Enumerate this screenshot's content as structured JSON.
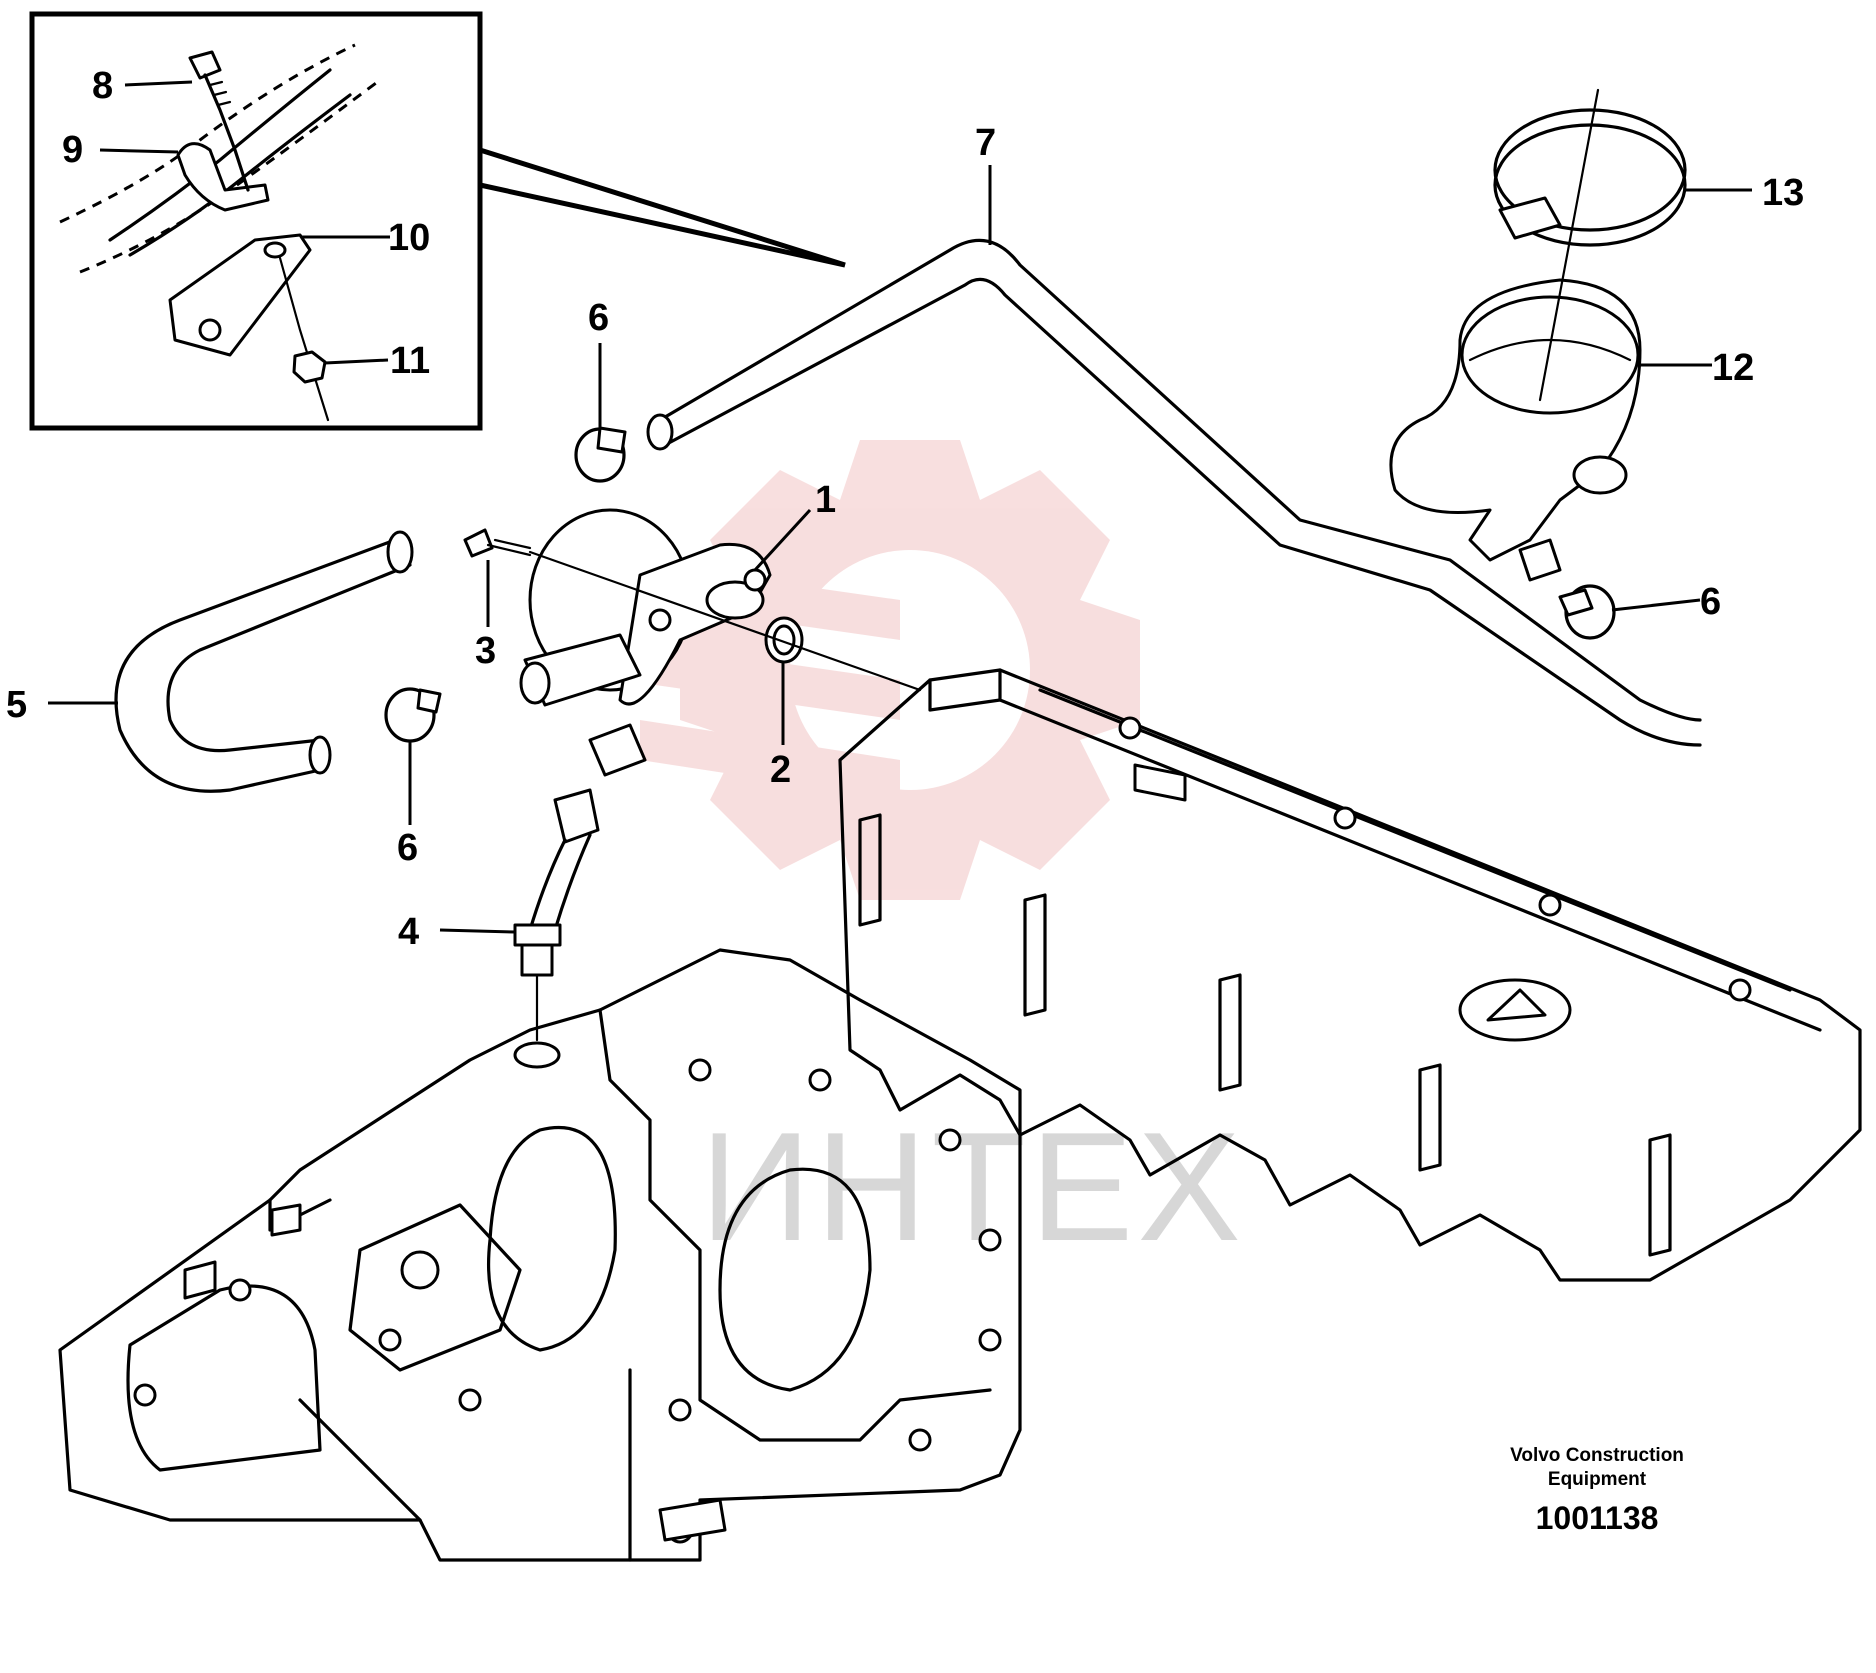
{
  "callouts": {
    "c1": "1",
    "c2": "2",
    "c3": "3",
    "c4": "4",
    "c5": "5",
    "c6a": "6",
    "c6b": "6",
    "c6c": "6",
    "c7": "7",
    "c8": "8",
    "c9": "9",
    "c10": "10",
    "c11": "11",
    "c12": "12",
    "c13": "13"
  },
  "footer": {
    "brand_line1": "Volvo Construction",
    "brand_line2": "Equipment",
    "document_number": "1001138"
  },
  "watermark": {
    "text": "ИНТЕХ",
    "color": "#f2c4c4"
  }
}
